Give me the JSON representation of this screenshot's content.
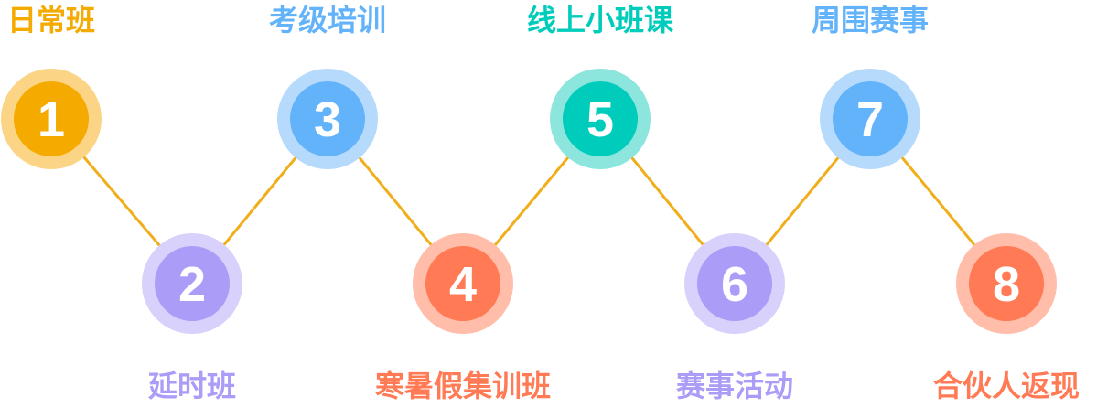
{
  "line_color": "#F0AE1B",
  "steps": [
    {
      "number": "1",
      "label": "日常班",
      "color": "#F5AA00",
      "halo": "#FBD585",
      "label_position": "top"
    },
    {
      "number": "2",
      "label": "延时班",
      "color": "#AB9CF7",
      "halo": "#D8D1FB",
      "label_position": "bottom"
    },
    {
      "number": "3",
      "label": "考级培训",
      "color": "#63B3FB",
      "halo": "#B6DAFC",
      "label_position": "top"
    },
    {
      "number": "4",
      "label": "寒暑假集训班",
      "color": "#FF7A55",
      "halo": "#FFBDAA",
      "label_position": "bottom"
    },
    {
      "number": "5",
      "label": "线上小班课",
      "color": "#00CCBB",
      "halo": "#8CE6DE",
      "label_position": "top"
    },
    {
      "number": "6",
      "label": "赛事活动",
      "color": "#AB9CF7",
      "halo": "#D8D1FB",
      "label_position": "bottom"
    },
    {
      "number": "7",
      "label": "周围赛事",
      "color": "#63B3FB",
      "halo": "#B6DAFC",
      "label_position": "top"
    },
    {
      "number": "8",
      "label": "合伙人返现",
      "color": "#FF7A55",
      "halo": "#FFBDAA",
      "label_position": "bottom"
    }
  ]
}
